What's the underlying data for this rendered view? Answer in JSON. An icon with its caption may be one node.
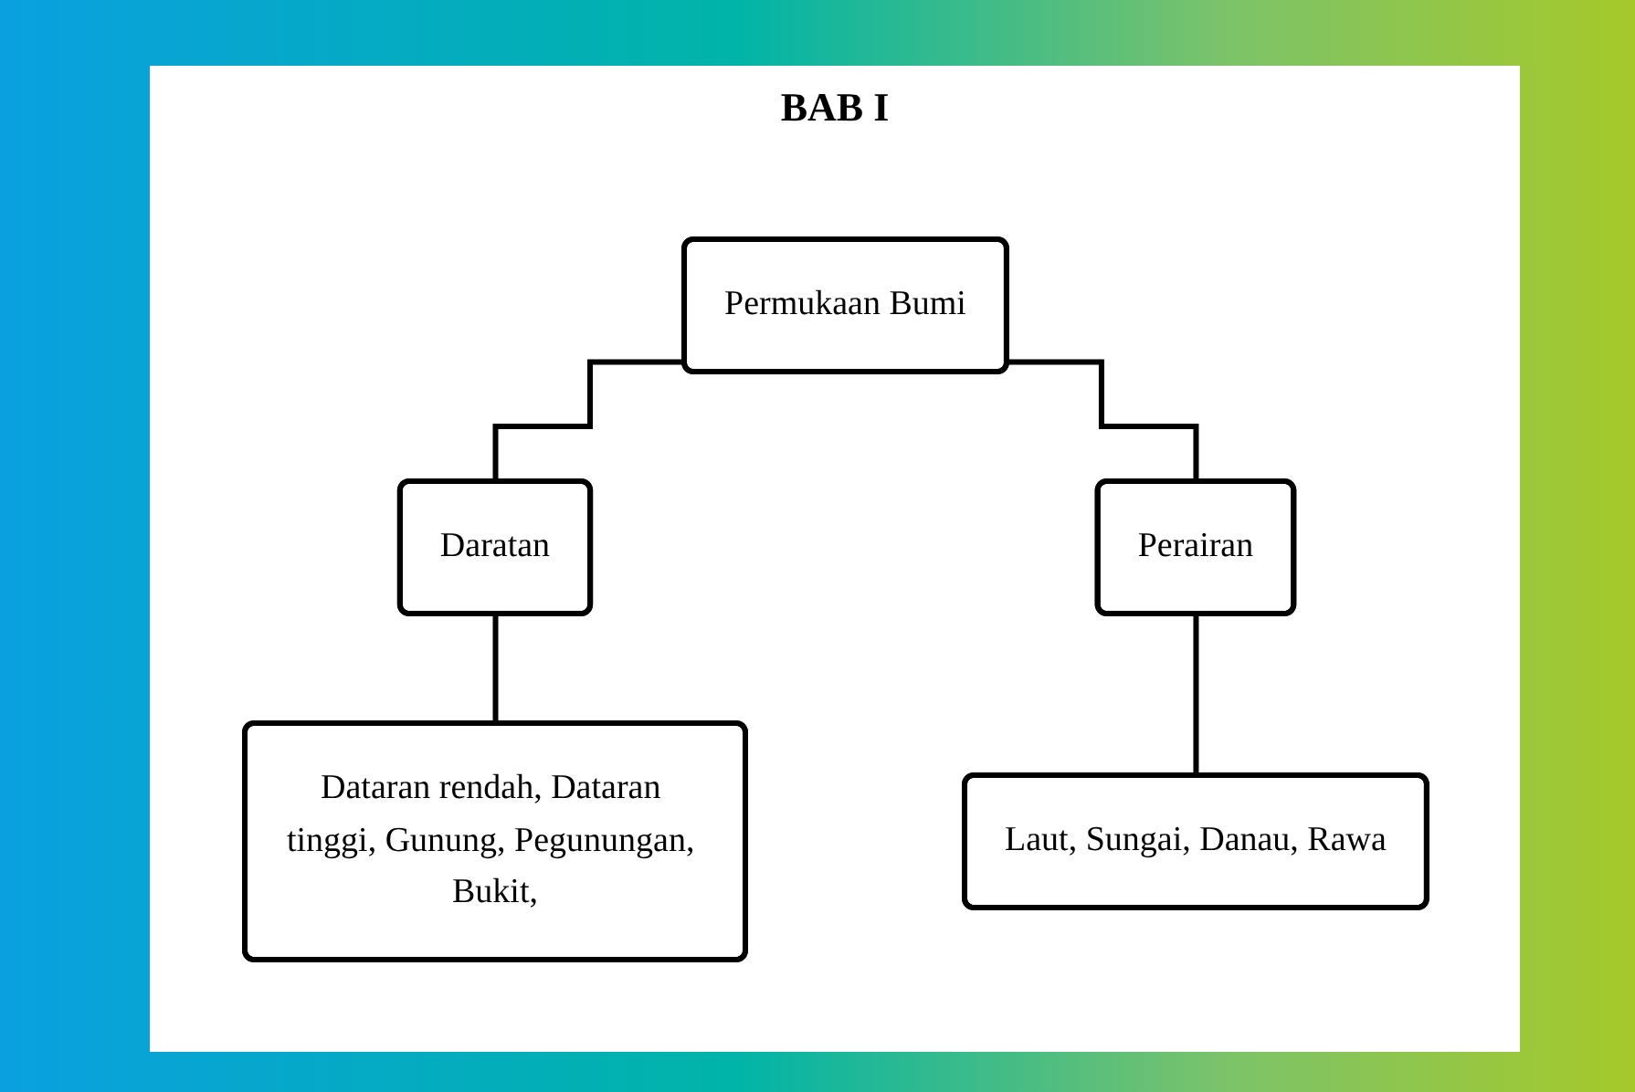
{
  "diagram": {
    "title": "BAB I",
    "nodes": [
      {
        "text": [
          "Permukaan Bumi"
        ]
      },
      {
        "text": [
          "Daratan"
        ]
      },
      {
        "text": [
          "Perairan"
        ]
      },
      {
        "text": [
          "Dataran rendah, Dataran tinggi, Gunung, Pegunungan, Bukit,"
        ]
      },
      {
        "text": [
          "Laut, Sungai, Danau, Rawa"
        ]
      }
    ],
    "edges": [
      {
        "from": 0,
        "to": 1,
        "arrow": "none"
      },
      {
        "from": 0,
        "to": 2,
        "arrow": "none"
      },
      {
        "from": 1,
        "to": 3,
        "arrow": "none"
      },
      {
        "from": 2,
        "to": 4,
        "arrow": "none"
      }
    ]
  }
}
